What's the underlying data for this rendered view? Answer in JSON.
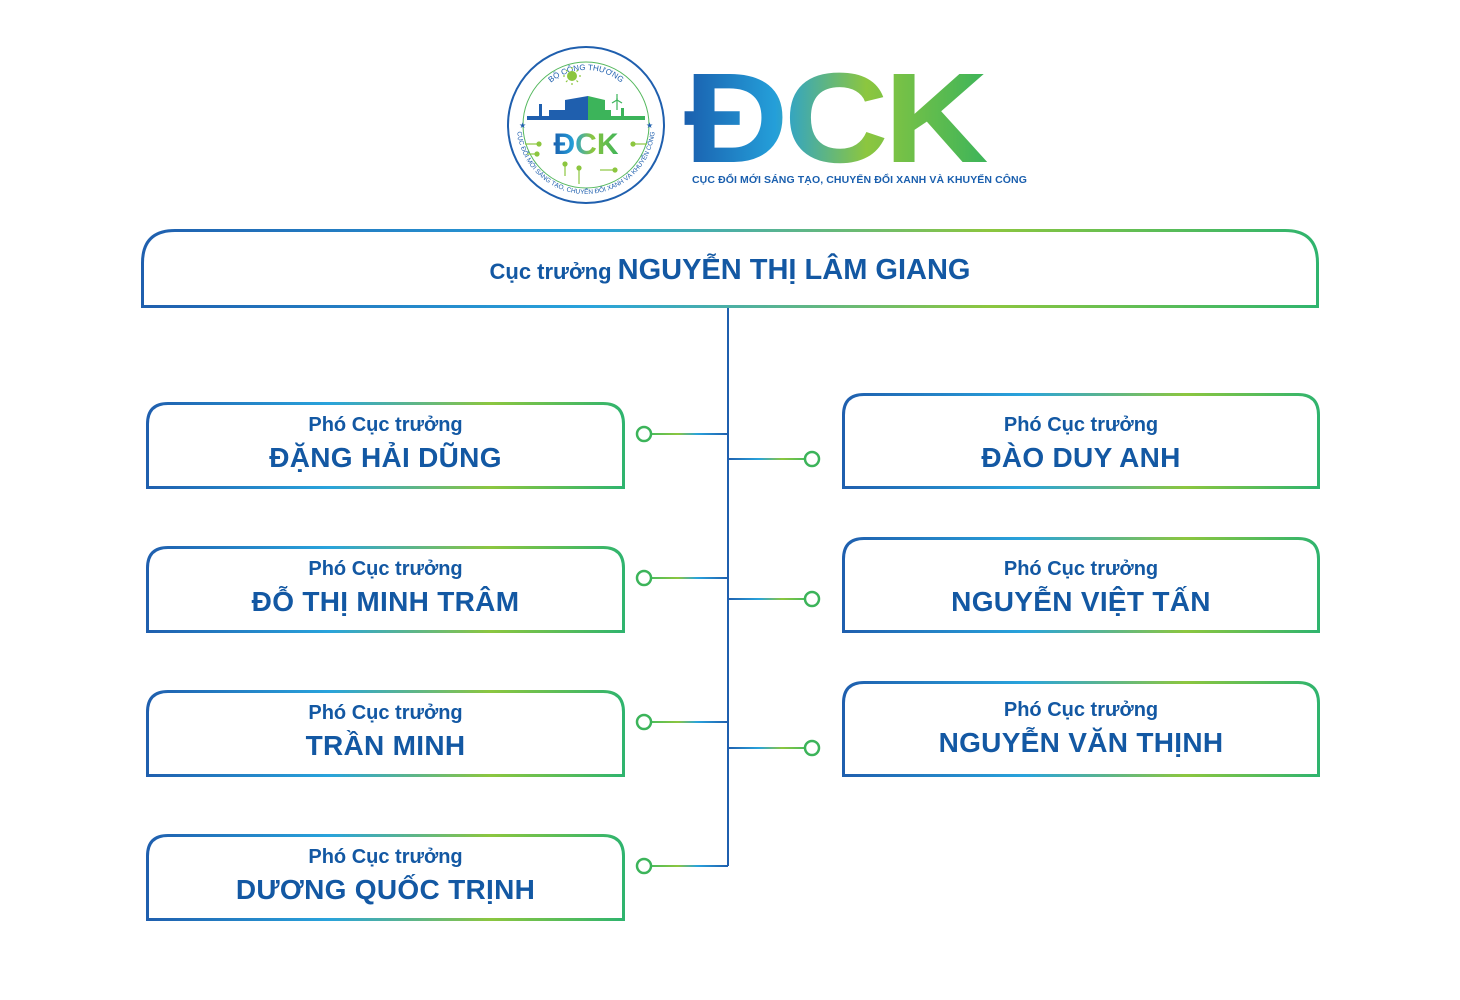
{
  "logo": {
    "seal_text_top": "BỘ CÔNG THƯƠNG",
    "seal_text_ring": "CỤC ĐỔI MỚI SÁNG TẠO, CHUYỂN ĐỔI XANH VÀ KHUYẾN CÔNG",
    "seal_letters": "ĐCK",
    "wordmark": "ĐCK",
    "subtitle": "CỤC ĐỔI MỚI SÁNG TẠO, CHUYỂN ĐỔI XANH VÀ KHUYẾN CÔNG"
  },
  "colors": {
    "text": "#1358a3",
    "blue": "#1f5fae",
    "cyan": "#29a3dc",
    "lime": "#8cc63f",
    "green": "#2fb46e"
  },
  "head": {
    "role": "Cục trưởng",
    "name": "NGUYỄN THỊ LÂM GIANG"
  },
  "left": [
    {
      "role": "Phó Cục trưởng",
      "name": "ĐẶNG HẢI DŨNG"
    },
    {
      "role": "Phó Cục trưởng",
      "name": "ĐỖ THỊ MINH TRÂM"
    },
    {
      "role": "Phó Cục trưởng",
      "name": "TRẦN MINH"
    },
    {
      "role": "Phó Cục trưởng",
      "name": "DƯƠNG QUỐC TRỊNH"
    }
  ],
  "right": [
    {
      "role": "Phó Cục trưởng",
      "name": "ĐÀO DUY ANH"
    },
    {
      "role": "Phó Cục trưởng",
      "name": "NGUYỄN VIỆT TẤN"
    },
    {
      "role": "Phó Cục trưởng",
      "name": "NGUYỄN VĂN THỊNH"
    }
  ]
}
